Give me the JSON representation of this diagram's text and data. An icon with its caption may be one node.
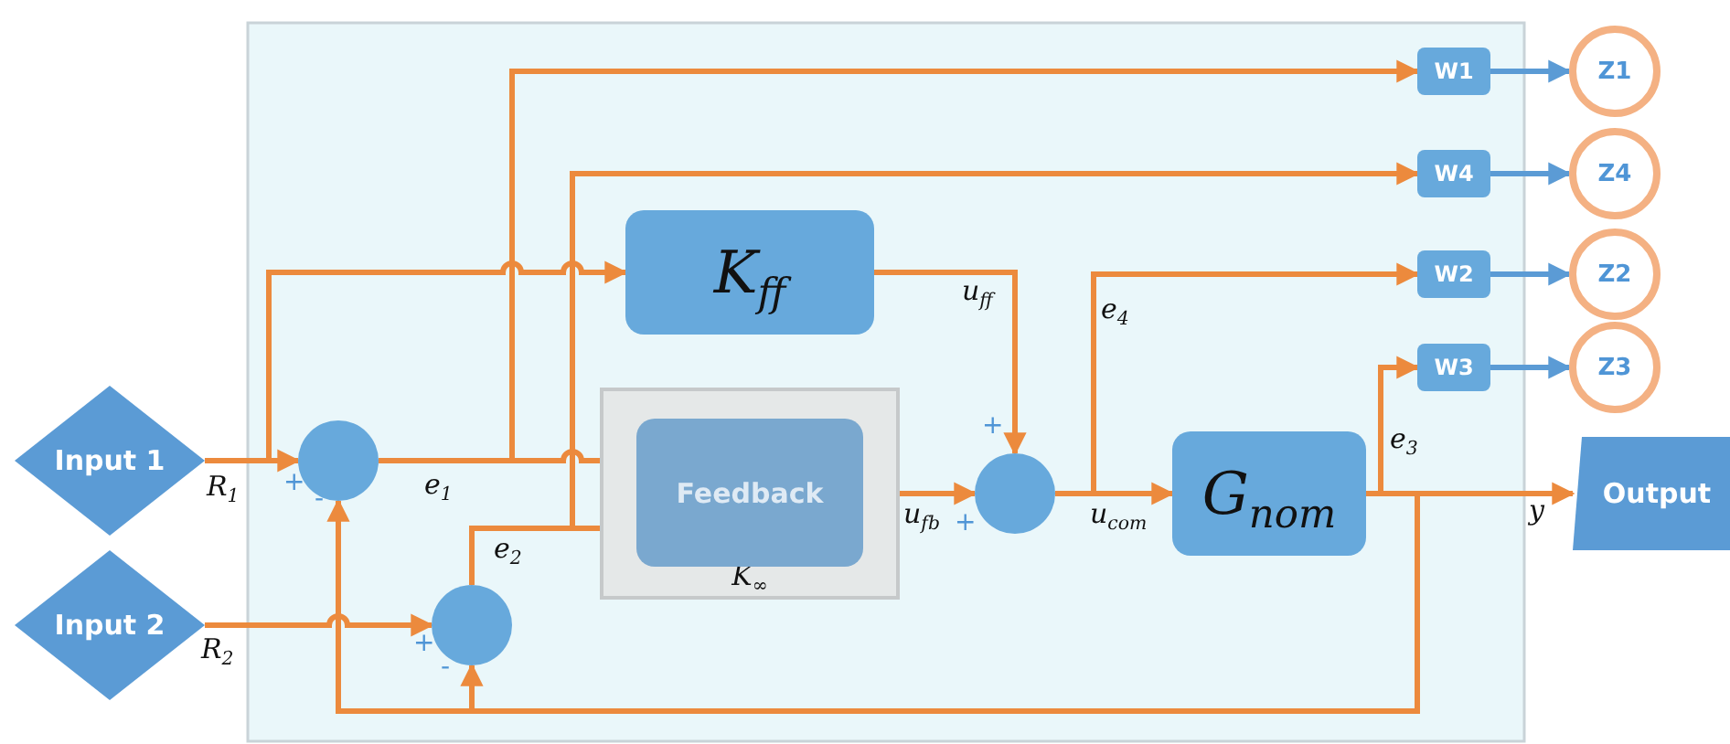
{
  "diagram": {
    "nodes": [
      {
        "text": [
          "Input 1"
        ]
      },
      {
        "text": [
          "Input 2"
        ]
      },
      {
        "text": [],
        "shape": "circle"
      },
      {
        "text": [],
        "shape": "circle"
      },
      {
        "text": [
          "K$_{ff}$"
        ]
      },
      {
        "text": [
          "K$_{∞}$"
        ]
      },
      {
        "text": [
          "Feedback"
        ],
        "in": 5
      },
      {
        "text": [],
        "shape": "circle"
      },
      {
        "text": [
          "G$_{nom}$"
        ]
      },
      {
        "text": [
          "W1"
        ]
      },
      {
        "text": [
          "W4"
        ]
      },
      {
        "text": [
          "W2"
        ]
      },
      {
        "text": [
          "W3"
        ]
      },
      {
        "text": [
          "Z1"
        ]
      },
      {
        "text": [
          "Z4"
        ]
      },
      {
        "text": [
          "Z2"
        ]
      },
      {
        "text": [
          "Z3"
        ]
      },
      {
        "text": [
          "Output"
        ]
      }
    ],
    "edges": [
      {
        "from": 0,
        "to": 2,
        "arrow": "to",
        "label": "R$_{1}$"
      },
      {
        "from": 1,
        "to": 3,
        "arrow": "to",
        "label": "R$_{2}$"
      },
      {
        "from": 0,
        "to": 4,
        "arrow": "to"
      },
      {
        "from": 2,
        "to": 6,
        "arrow": "to",
        "label": "e$_{1}$"
      },
      {
        "from": 2,
        "to": 9,
        "arrow": "to"
      },
      {
        "from": 3,
        "to": 6,
        "arrow": "to",
        "label": "e$_{2}$"
      },
      {
        "from": 3,
        "to": 10,
        "arrow": "to"
      },
      {
        "from": 4,
        "to": 7,
        "arrow": "to",
        "label": "u$_{ff}$"
      },
      {
        "from": 6,
        "to": 7,
        "arrow": "to",
        "label": "u$_{fb}$"
      },
      {
        "from": 7,
        "to": 8,
        "arrow": "to",
        "label": "u$_{com}$"
      },
      {
        "from": 7,
        "to": 11,
        "arrow": "to",
        "label": "e$_{4}$"
      },
      {
        "from": 8,
        "to": 17,
        "arrow": "to",
        "label": "y"
      },
      {
        "from": 8,
        "to": 12,
        "arrow": "to",
        "label": "e$_{3}$"
      },
      {
        "from": 8,
        "to": 2,
        "arrow": "to"
      },
      {
        "from": 8,
        "to": 3,
        "arrow": "to"
      },
      {
        "from": 9,
        "to": 13,
        "arrow": "to",
        "color": "#5b9bd5"
      },
      {
        "from": 10,
        "to": 14,
        "arrow": "to",
        "color": "#5b9bd5"
      },
      {
        "from": 11,
        "to": 15,
        "arrow": "to",
        "color": "#5b9bd5"
      },
      {
        "from": 12,
        "to": 16,
        "arrow": "to",
        "color": "#5b9bd5"
      }
    ],
    "labels": [
      "+",
      "-",
      "+",
      "-",
      "+",
      "+"
    ]
  }
}
